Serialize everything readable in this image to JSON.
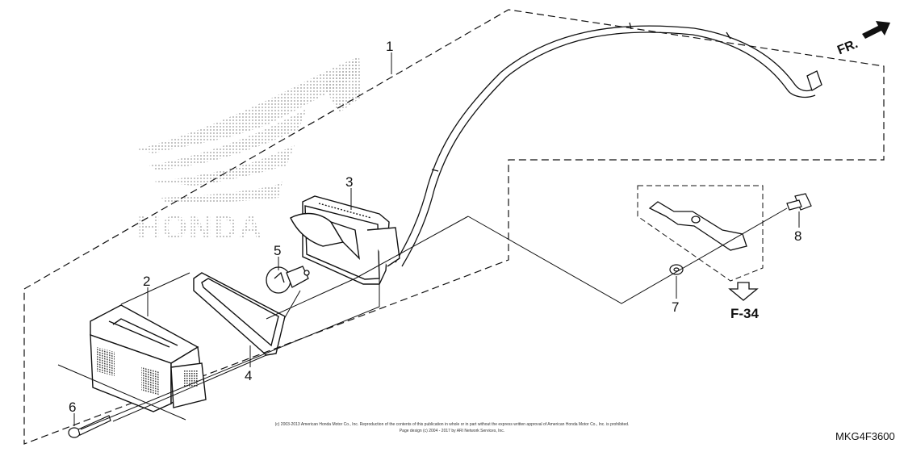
{
  "part_labels": [
    "1",
    "2",
    "3",
    "4",
    "5",
    "6",
    "7",
    "8"
  ],
  "front_indicator": "FR.",
  "reference": "F-34",
  "diagram_code": "MKG4F3600",
  "copyright_line1": "(c) 2003-2013 American Honda Motor Co., Inc. Reproduction of the contents of this publication in whole or in part without the express written approval of American Honda Motor Co., Inc. is prohibited.",
  "copyright_line2": "Page design (c) 2004 - 2017 by ARI Network Services, Inc.",
  "brand_watermark": "HONDA"
}
